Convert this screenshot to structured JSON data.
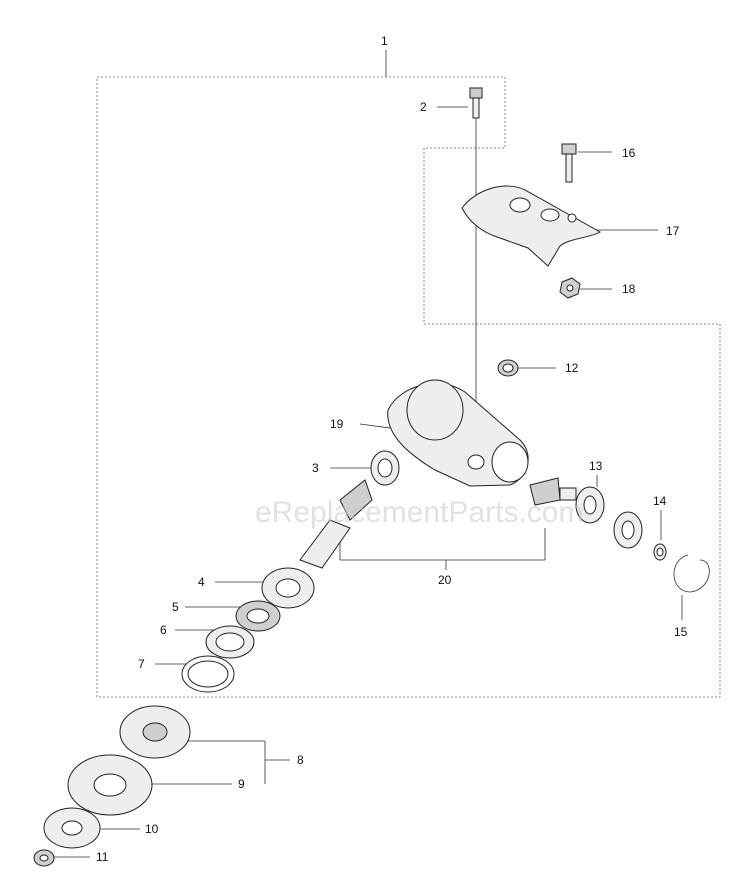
{
  "watermark": "eReplacementParts.com",
  "callouts": [
    {
      "id": "1",
      "label": "1"
    },
    {
      "id": "2",
      "label": "2"
    },
    {
      "id": "16",
      "label": "16"
    },
    {
      "id": "17",
      "label": "17"
    },
    {
      "id": "18",
      "label": "18"
    },
    {
      "id": "12",
      "label": "12"
    },
    {
      "id": "19",
      "label": "19"
    },
    {
      "id": "3",
      "label": "3"
    },
    {
      "id": "13",
      "label": "13"
    },
    {
      "id": "14",
      "label": "14"
    },
    {
      "id": "20",
      "label": "20"
    },
    {
      "id": "4",
      "label": "4"
    },
    {
      "id": "5",
      "label": "5"
    },
    {
      "id": "6",
      "label": "6"
    },
    {
      "id": "15",
      "label": "15"
    },
    {
      "id": "7",
      "label": "7"
    },
    {
      "id": "8",
      "label": "8"
    },
    {
      "id": "9",
      "label": "9"
    },
    {
      "id": "10",
      "label": "10"
    },
    {
      "id": "11",
      "label": "11"
    }
  ]
}
